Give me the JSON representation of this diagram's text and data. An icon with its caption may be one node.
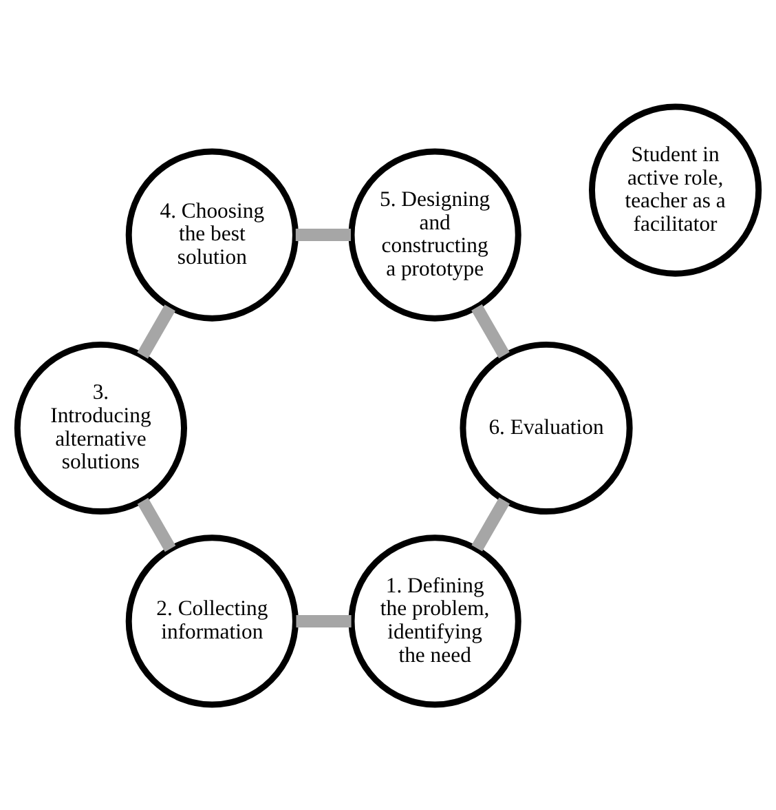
{
  "diagram": {
    "nodes": [
      {
        "text": [
          "Student in active role, teacher as a facilitator"
        ]
      },
      {
        "text": [
          "1. Defining the problem, identifying the need"
        ]
      },
      {
        "text": [
          "2. Collecting information"
        ]
      },
      {
        "text": [
          "3. Introducing alternative solutions"
        ]
      },
      {
        "text": [
          "4. Choosing the best solution"
        ]
      },
      {
        "text": [
          "5. Designing and constructing a prototype"
        ]
      },
      {
        "text": [
          "6. Evaluation"
        ]
      }
    ],
    "edges": [
      {
        "from": 1,
        "to": 2,
        "arrow": "none"
      },
      {
        "from": 2,
        "to": 3,
        "arrow": "none"
      },
      {
        "from": 3,
        "to": 4,
        "arrow": "none"
      },
      {
        "from": 4,
        "to": 5,
        "arrow": "none"
      },
      {
        "from": 5,
        "to": 6,
        "arrow": "none"
      },
      {
        "from": 6,
        "to": 1,
        "arrow": "none"
      }
    ]
  }
}
